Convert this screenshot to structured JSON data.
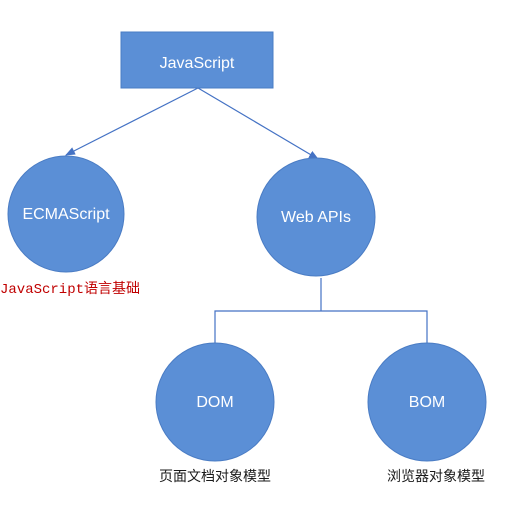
{
  "nodes": {
    "root": {
      "label": "JavaScript"
    },
    "ecma": {
      "label": "ECMAScript"
    },
    "webapis": {
      "label": "Web APIs"
    },
    "dom": {
      "label": "DOM"
    },
    "bom": {
      "label": "BOM"
    }
  },
  "captions": {
    "ecma_prefix": "JavaScript",
    "ecma_suffix": "语言基础",
    "dom": "页面文档对象模型",
    "bom": "浏览器对象模型"
  },
  "colors": {
    "node_fill": "#5b8fd6",
    "node_stroke": "#4a7cc4",
    "connector": "#4472c4",
    "caption_accent": "#c00000"
  }
}
